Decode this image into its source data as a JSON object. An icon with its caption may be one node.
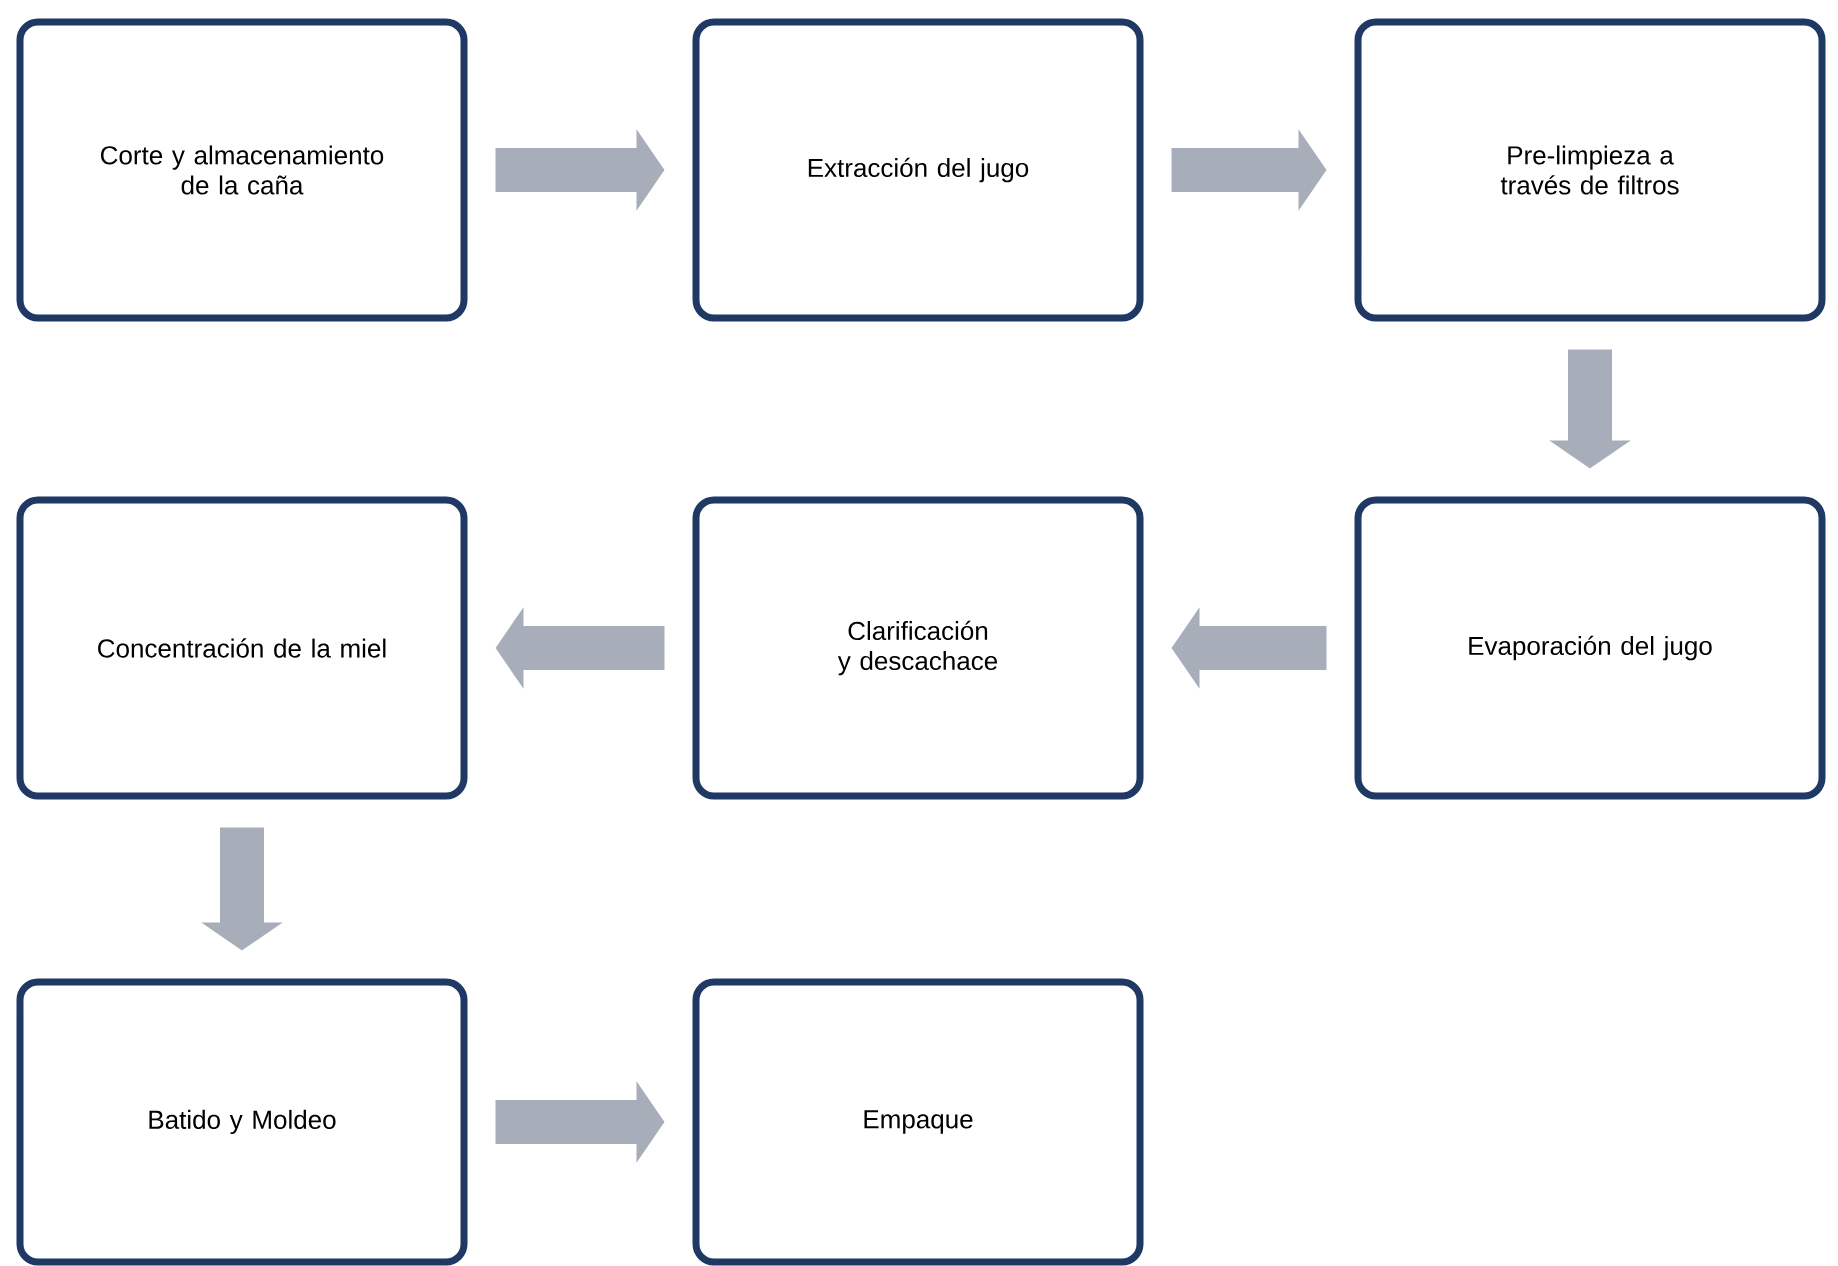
{
  "diagram": {
    "nodes": [
      {
        "text": [
          "Corte y almacenamiento de la caña"
        ]
      },
      {
        "text": [
          "Extracción del jugo"
        ]
      },
      {
        "text": [
          "Pre-limpieza a través de filtros"
        ]
      },
      {
        "text": [
          "Concentración de la miel"
        ]
      },
      {
        "text": [
          "Clarificación y descachace"
        ]
      },
      {
        "text": [
          "Evaporación del jugo"
        ]
      },
      {
        "text": [
          "Batido y Moldeo"
        ]
      },
      {
        "text": [
          "Empaque"
        ]
      }
    ],
    "edges": [
      {
        "from": 0,
        "to": 1,
        "arrow": "to"
      },
      {
        "from": 1,
        "to": 2,
        "arrow": "to"
      },
      {
        "from": 2,
        "to": 5,
        "arrow": "to"
      },
      {
        "from": 5,
        "to": 4,
        "arrow": "to"
      },
      {
        "from": 4,
        "to": 3,
        "arrow": "to"
      },
      {
        "from": 3,
        "to": 6,
        "arrow": "to"
      },
      {
        "from": 6,
        "to": 7,
        "arrow": "to"
      }
    ]
  }
}
